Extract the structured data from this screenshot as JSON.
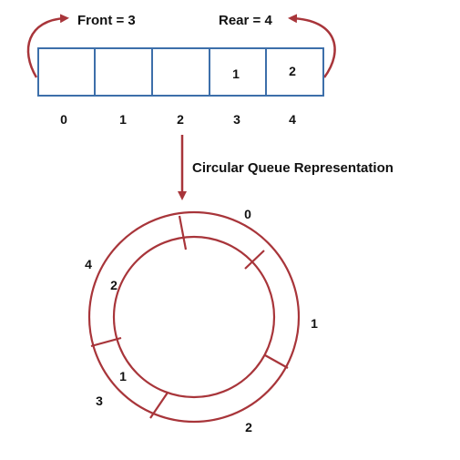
{
  "top": {
    "front_label": "Front = 3",
    "rear_label": "Rear = 4"
  },
  "linear_queue": {
    "cells": [
      "",
      "",
      "",
      "1",
      "2"
    ],
    "indices": [
      "0",
      "1",
      "2",
      "3",
      "4"
    ]
  },
  "caption": "Circular Queue Representation",
  "circular_queue": {
    "slot_indices": [
      "0",
      "1",
      "2",
      "3",
      "4"
    ],
    "slot_values": [
      "2",
      "1"
    ]
  },
  "colors": {
    "cell_stroke": "#3d6faa",
    "arrow": "#a8353a",
    "ring": "#a8353a",
    "text": "#111111"
  }
}
